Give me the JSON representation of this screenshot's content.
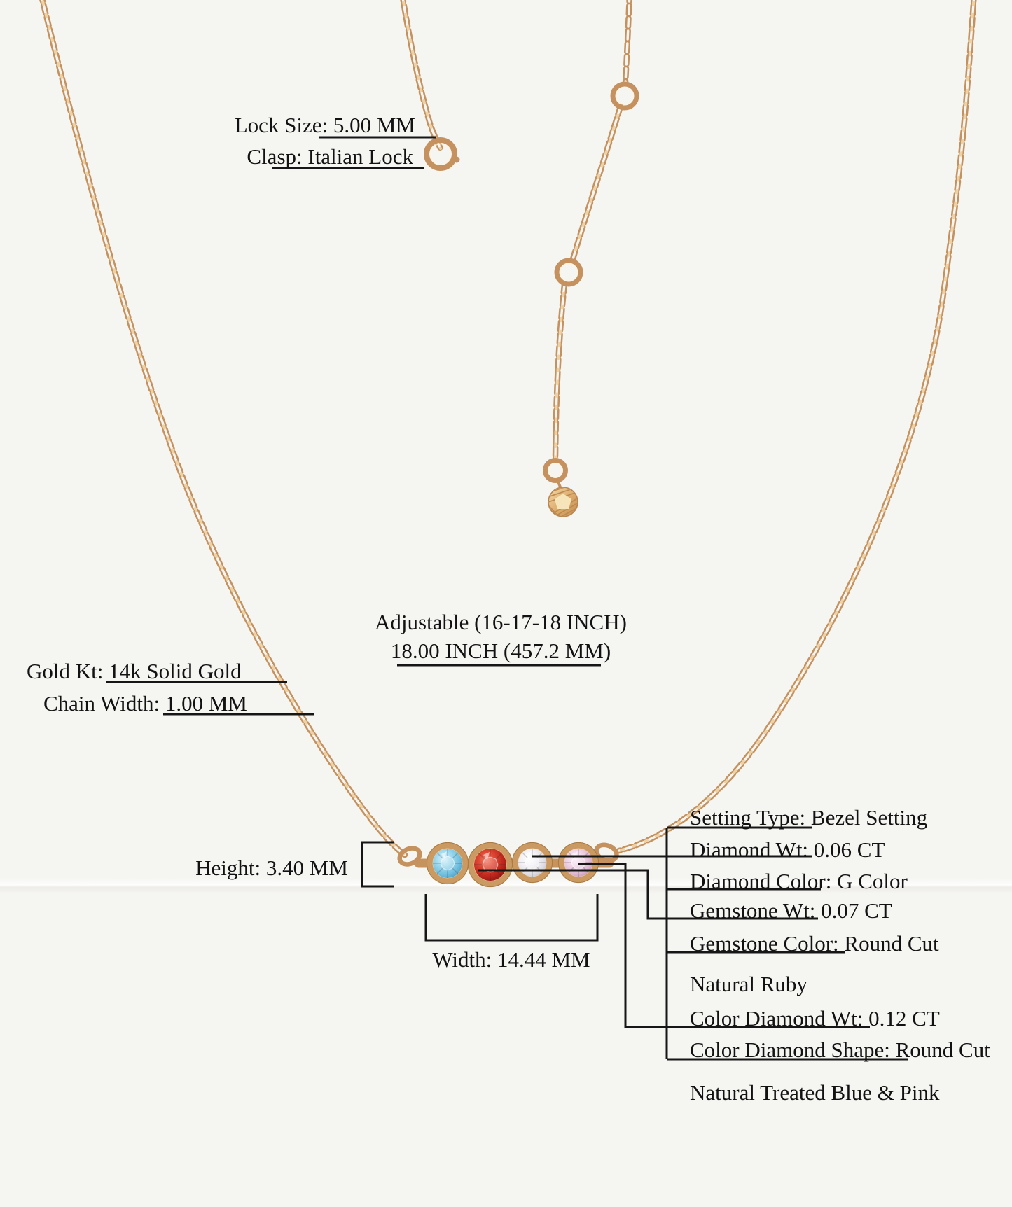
{
  "colors": {
    "background": "#f5f5f2",
    "gold": "#c5925f",
    "annotation_line": "#161616",
    "stone_blue": "#7cc0de",
    "stone_red": "#c0271c",
    "stone_white": "#e9e9ee",
    "stone_pink": "#e3bcd6"
  },
  "annotations": {
    "lock_size": "Lock Size: 5.00 MM",
    "clasp": "Clasp: Italian Lock",
    "adjustable": "Adjustable (16-17-18 INCH)",
    "length": "18.00 INCH (457.2 MM)",
    "gold_kt": "Gold Kt: 14k Solid Gold",
    "chain_width": "Chain Width: 1.00 MM",
    "height": "Height: 3.40 MM",
    "width": "Width: 14.44 MM"
  },
  "specs": [
    {
      "text": "Setting Type: Bezel Setting"
    },
    {
      "text": "Diamond Wt: 0.06 CT"
    },
    {
      "text": "Diamond Color: G Color"
    },
    {
      "text": "Gemstone Wt: 0.07 CT"
    },
    {
      "text": "Gemstone Color: Round Cut"
    },
    {
      "text": "Natural Ruby"
    },
    {
      "text": "Color Diamond Wt: 0.12 CT"
    },
    {
      "text": "Color Diamond Shape: Round Cut"
    },
    {
      "text": "Natural Treated Blue & Pink"
    }
  ],
  "stones": [
    {
      "name": "treated-blue-diamond",
      "color": "#7cc0de"
    },
    {
      "name": "natural-ruby",
      "color": "#c0271c"
    },
    {
      "name": "white-diamond",
      "color": "#e9e9ee"
    },
    {
      "name": "treated-pink-diamond",
      "color": "#e3bcd6"
    }
  ]
}
